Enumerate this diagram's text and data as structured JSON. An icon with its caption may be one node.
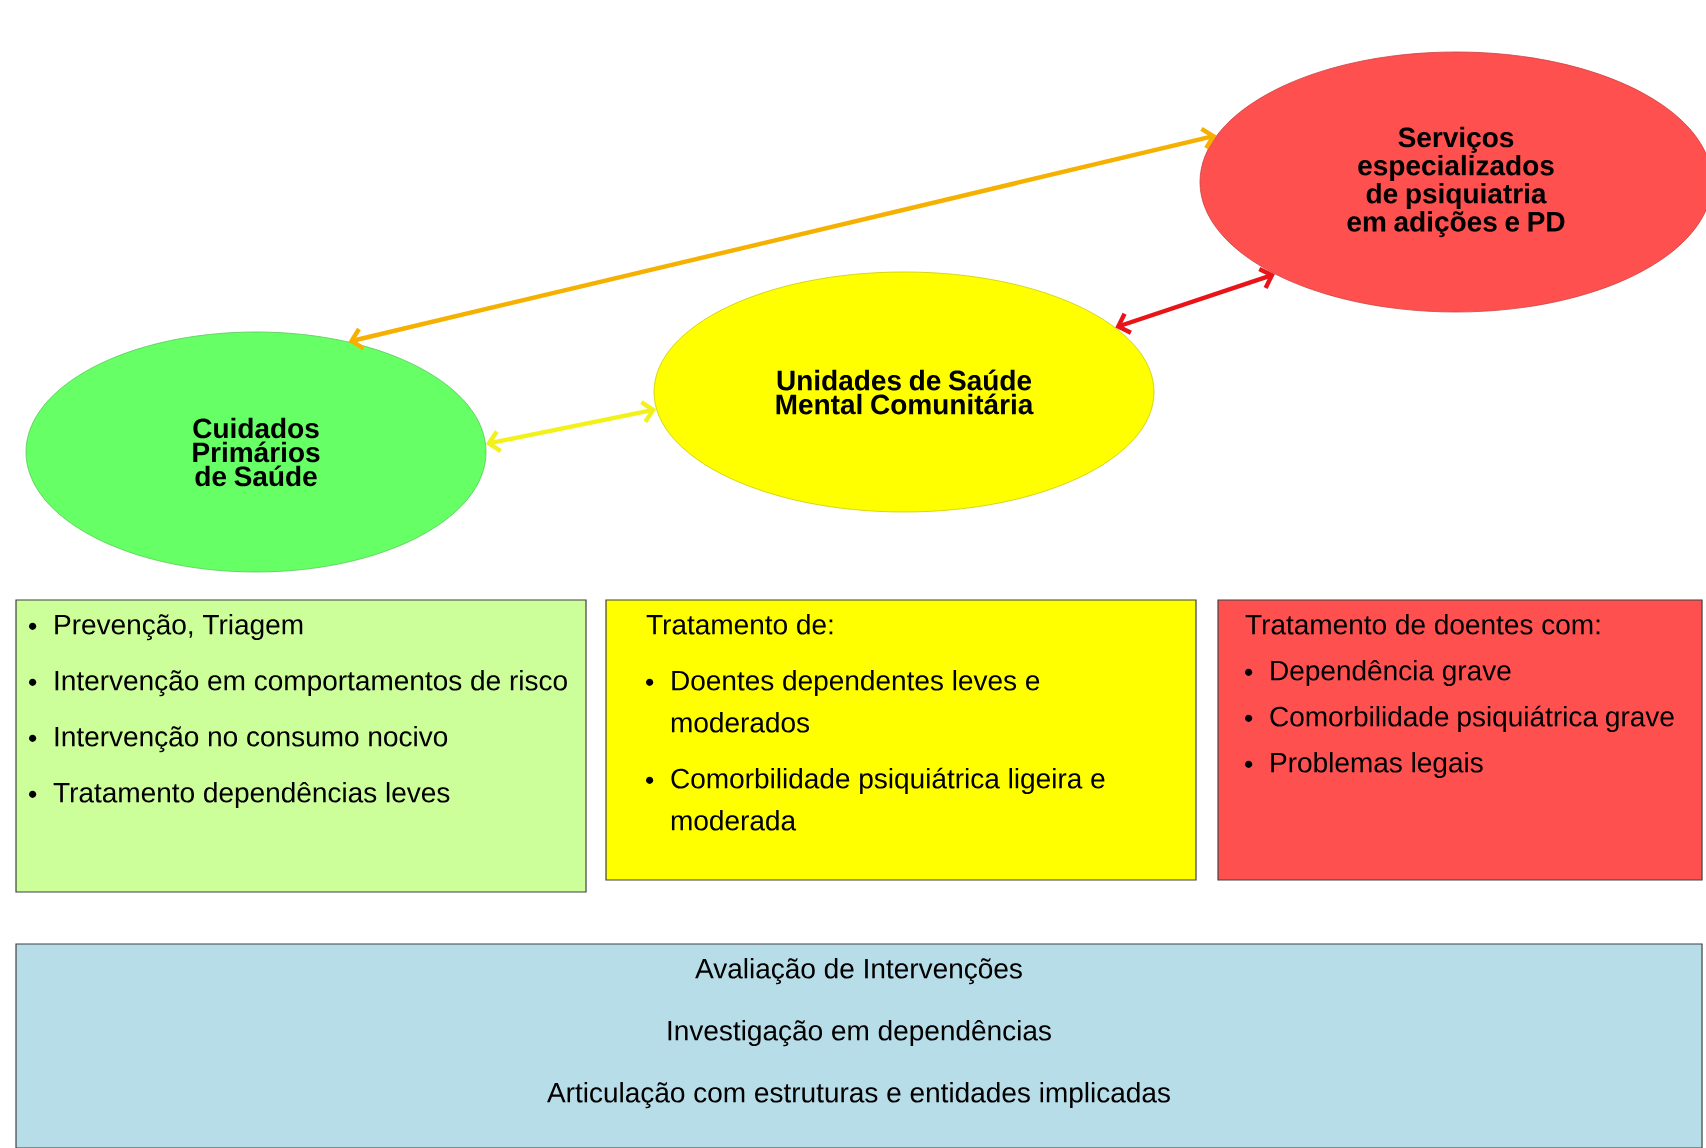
{
  "diagram": {
    "nodes": [
      {
        "text": [
          "Cuidados Primários de Saúde"
        ]
      },
      {
        "text": [
          "Unidades de Saúde Mental Comunitária"
        ]
      },
      {
        "text": [
          "Serviços especializados de psiquiatria em adições e PD"
        ]
      },
      {
        "text": [
          "Prevenção,  Triagem",
          "Intervenção em comportamentos de risco",
          "Intervenção no consumo nocivo",
          "Tratamento dependências leves"
        ]
      },
      {
        "text": [
          "Tratamento de:",
          "Doentes dependentes leves e moderados",
          "Comorbilidade psiquiátrica ligeira e moderada"
        ]
      },
      {
        "text": [
          "Tratamento de doentes com:",
          "Dependência grave",
          "Comorbilidade psiquiátrica grave",
          "Problemas legais"
        ]
      },
      {
        "text": [
          "Avaliação de Intervenções",
          "Investigação em dependências",
          "Articulação com estruturas e entidades implicadas"
        ]
      }
    ],
    "edges": [
      {
        "from": 0,
        "to": 2,
        "arrow": "both",
        "color": "#f5b000"
      },
      {
        "from": 0,
        "to": 1,
        "arrow": "both",
        "color": "#f2f21a"
      },
      {
        "from": 1,
        "to": 2,
        "arrow": "both",
        "color": "#e8141a"
      }
    ]
  }
}
